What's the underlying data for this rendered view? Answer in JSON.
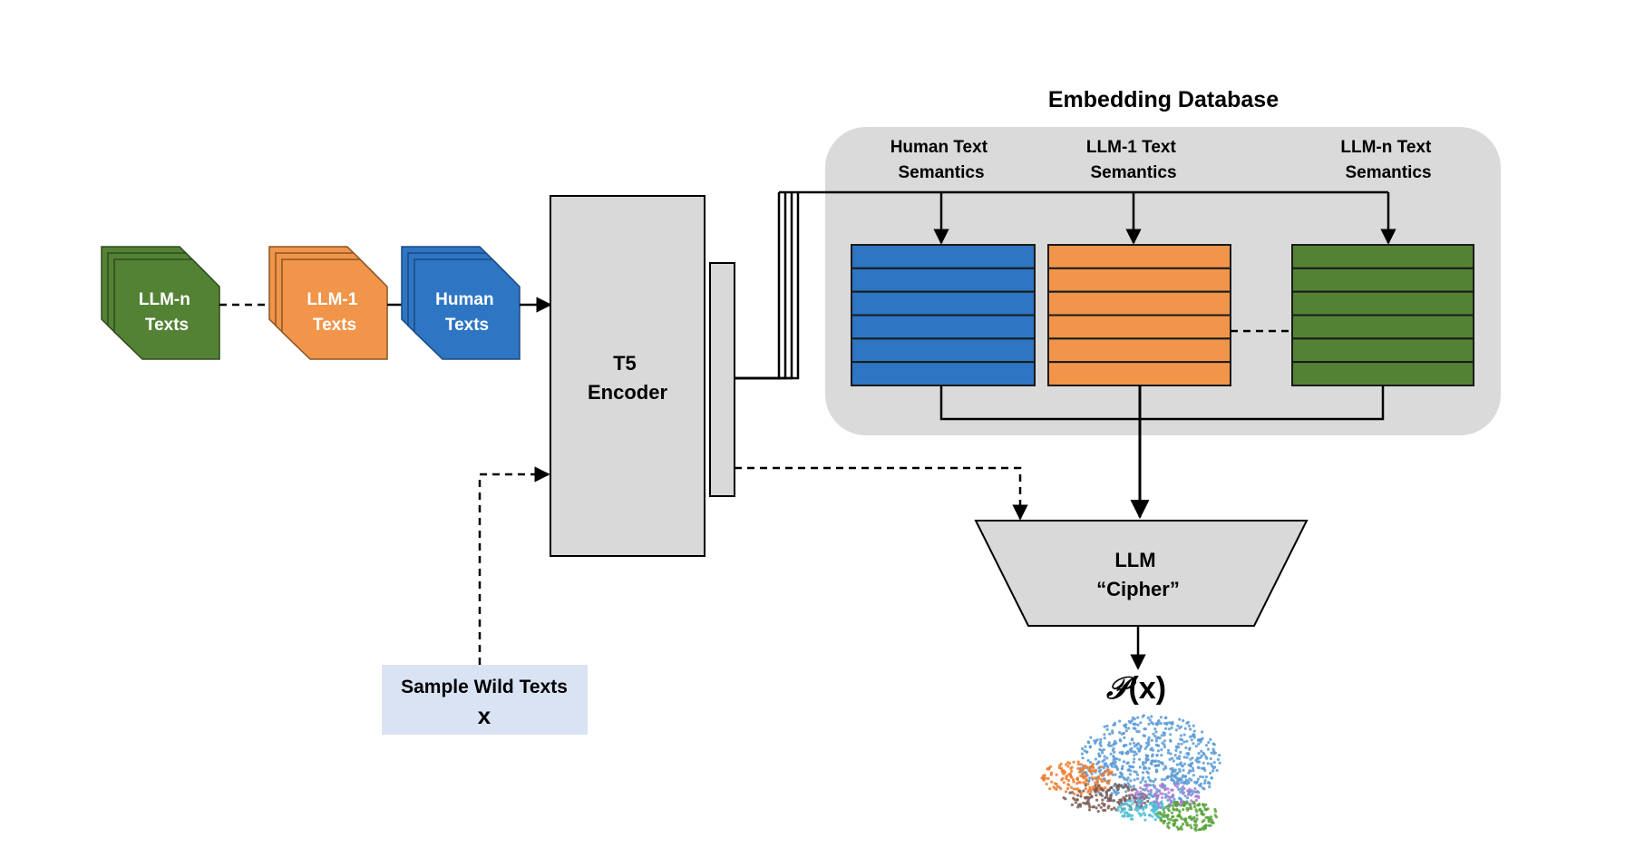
{
  "title": "Embedding Database",
  "columns": {
    "human": [
      "Human Text",
      "Semantics"
    ],
    "llm1": [
      "LLM-1 Text",
      "Semantics"
    ],
    "llmn": [
      "LLM-n Text",
      "Semantics"
    ]
  },
  "stacks": {
    "llmn": [
      "LLM-n",
      "Texts"
    ],
    "llm1": [
      "LLM-1",
      "Texts"
    ],
    "human": [
      "Human",
      "Texts"
    ]
  },
  "encoder": [
    "T5",
    "Encoder"
  ],
  "cipher": [
    "LLM",
    "“Cipher”"
  ],
  "output": {
    "prefix": "𝒫",
    "suffix": "(x)"
  },
  "sample": {
    "line1": "Sample Wild Texts",
    "line2": "x"
  },
  "colors": {
    "green": "#548235",
    "orange": "#F0954A",
    "blue": "#2E75C4",
    "gray_box": "#D9D9D9",
    "database_bg": "#DADADA",
    "sample_bg": "#DAE3F3"
  }
}
